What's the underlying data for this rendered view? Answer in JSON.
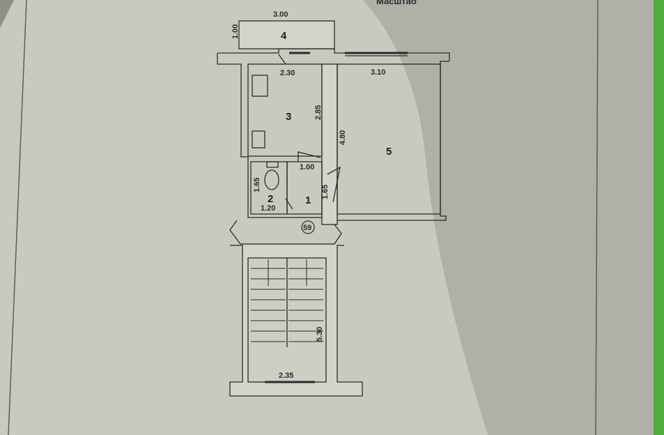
{
  "header": {
    "title_fragment": "Масштаб"
  },
  "rooms": [
    {
      "id": "1",
      "label": "1"
    },
    {
      "id": "2",
      "label": "2"
    },
    {
      "id": "3",
      "label": "3"
    },
    {
      "id": "4",
      "label": "4"
    },
    {
      "id": "5",
      "label": "5"
    }
  ],
  "dimensions": {
    "room4_width": "3.00",
    "room4_depth": "1.00",
    "room3_width": "2.30",
    "room3_height": "2.85",
    "room5_width": "3.10",
    "room5_height": "4.80",
    "room1_width": "1.00",
    "room1_height": "1.65",
    "room2_height": "1.65",
    "room2_width": "1.20",
    "stair_length": "5.30",
    "stair_width": "2.35"
  },
  "apartment_number": "59",
  "colors": {
    "paper": "#c9cabf",
    "shadow": "#a3a49b",
    "ink": "#2a2a2a",
    "wall_fill": "#d4d4cb",
    "background_green": "#4fae3f"
  }
}
